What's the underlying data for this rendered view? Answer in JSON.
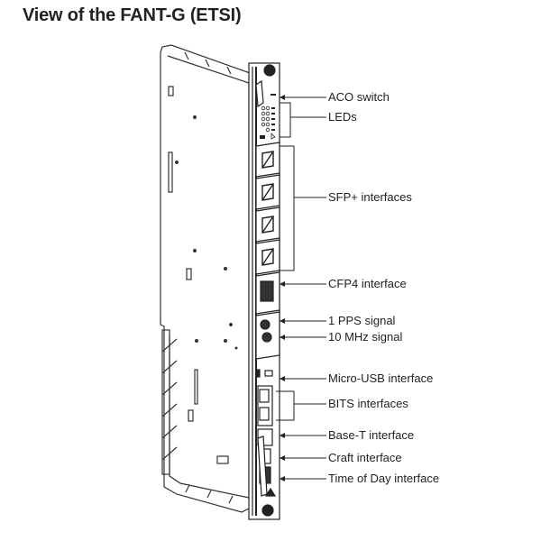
{
  "title": "View of the FANT-G (ETSI)",
  "labels": {
    "aco_switch": "ACO switch",
    "leds": "LEDs",
    "sfp_interfaces": "SFP+ interfaces",
    "cfp4_interface": "CFP4 interface",
    "pps_signal": "1 PPS signal",
    "mhz_signal": "10 MHz signal",
    "micro_usb": "Micro-USB interface",
    "bits_interfaces": "BITS interfaces",
    "base_t": "Base-T interface",
    "craft": "Craft interface",
    "time_of_day": "Time of Day interface"
  }
}
